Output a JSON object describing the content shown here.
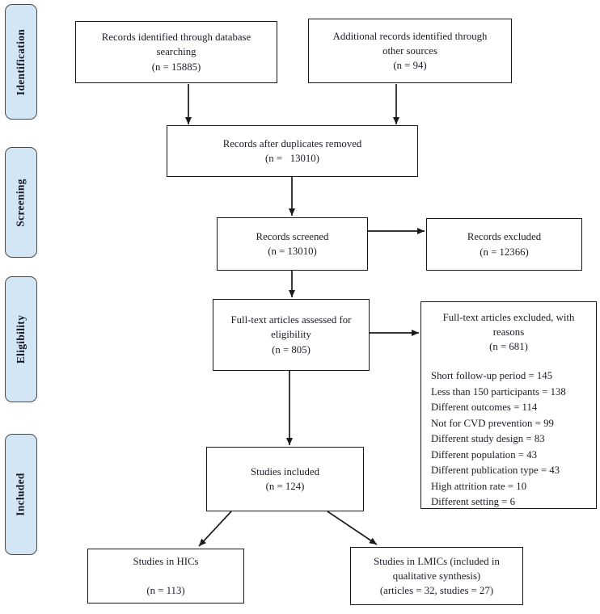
{
  "diagram": {
    "type": "prisma-flowchart",
    "stages": [
      {
        "label": "Identification"
      },
      {
        "label": "Screening"
      },
      {
        "label": "Eligibility"
      },
      {
        "label": "Included"
      }
    ],
    "boxes": {
      "db_search": {
        "text": "Records identified through database\nsearching\n(n = 15885)"
      },
      "other_sources": {
        "text": "Additional records identified through\nother sources\n(n = 94)"
      },
      "duplicates_removed": {
        "text": "Records after duplicates removed\n(n =   13010)"
      },
      "records_screened": {
        "text": "Records screened\n(n = 13010)"
      },
      "records_excluded": {
        "text": "Records excluded\n(n = 12366)"
      },
      "fulltext_assessed": {
        "text": "Full-text articles assessed for\neligibility\n(n = 805)"
      },
      "fulltext_excluded": {
        "title": "Full-text articles excluded, with\nreasons\n(n = 681)",
        "reasons": [
          "Short follow-up period = 145",
          "Less than 150 participants = 138",
          "Different outcomes = 114",
          "Not for CVD prevention = 99",
          "Different study design = 83",
          "Different population = 43",
          "Different publication type = 43",
          "High attrition rate = 10",
          "Different setting = 6"
        ]
      },
      "studies_included": {
        "text": "Studies included\n(n = 124)"
      },
      "studies_hics": {
        "text": "Studies in HICs\n\n(n = 113)"
      },
      "studies_lmics": {
        "text": "Studies in LMICs (included in\nqualitative synthesis)\n(articles = 32, studies = 27)"
      }
    },
    "colors": {
      "stage_fill": "#d2e6f6",
      "stage_border": "#4a4a4a",
      "box_border": "#1a1a1a",
      "arrow": "#1a1a1a",
      "text": "#1c1c26",
      "background": "#ffffff"
    }
  }
}
